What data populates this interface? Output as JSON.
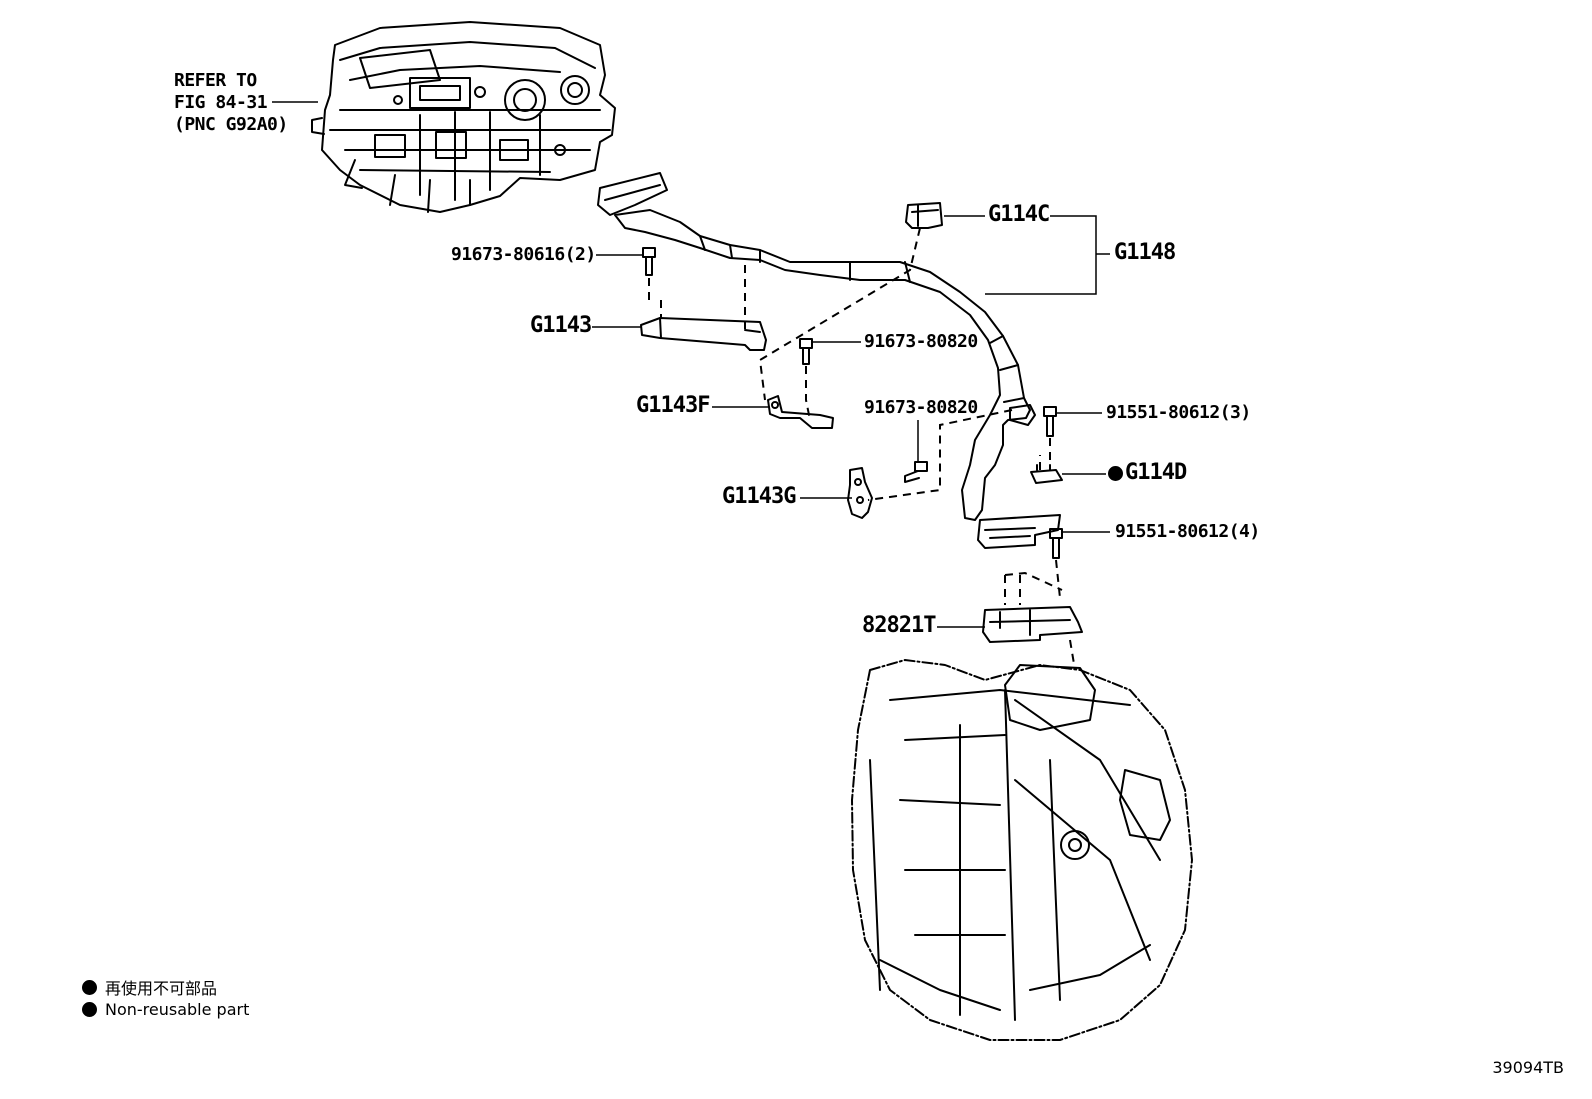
{
  "callouts": {
    "refer_line1": "REFER TO",
    "refer_line2": "FIG 84-31",
    "refer_line3": "(PNC G92A0)",
    "bolt_91673_80616": "91673-80616(2)",
    "g1143": "G1143",
    "g1143f": "G1143F",
    "g1143g": "G1143G",
    "bolt_91673_80820_a": "91673-80820",
    "bolt_91673_80820_b": "91673-80820",
    "g114c": "G114C",
    "g1148": "G1148",
    "bolt_91551_80612_3": "91551-80612(3)",
    "g114d": "G114D",
    "bolt_91551_80612_4": "91551-80612(4)",
    "p82821t": "82821T"
  },
  "legend": {
    "items": [
      {
        "text": "再使用不可部品",
        "icon": "filled-circle"
      },
      {
        "text": "Non-reusable part",
        "icon": "filled-circle"
      }
    ]
  },
  "figure_number": "39094TB"
}
